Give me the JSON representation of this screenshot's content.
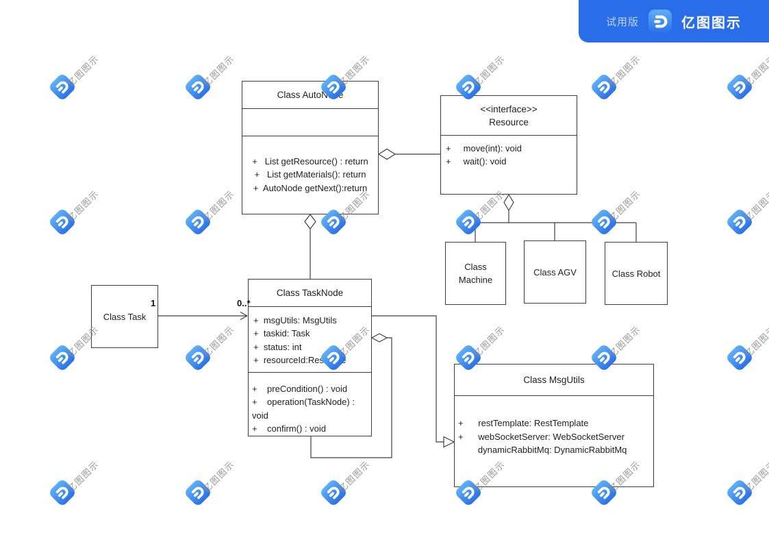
{
  "banner": {
    "trial_label": "试用版",
    "brand": "亿图图示",
    "color": "#2a6de8"
  },
  "watermark": {
    "text": "亿图图示"
  },
  "labels": {
    "task_multiplicity": "1",
    "tasknode_multiplicity": "0..*"
  },
  "classes": {
    "autonode": {
      "title": "Class AutoNode",
      "methods": [
        "+   List getResource() : return",
        "+   List getMaterials(): return",
        "+  AutoNode getNext():return"
      ]
    },
    "resource": {
      "stereotype": "<<interface>>",
      "title": "Resource",
      "methods": [
        "+     move(int): void",
        "+     wait(): void"
      ]
    },
    "task": {
      "title": "Class Task"
    },
    "tasknode": {
      "title": "Class TaskNode",
      "attributes": [
        "+  msgUtils: MsgUtils",
        "+  taskid: Task",
        "+  status: int",
        "+  resourceId:Resource"
      ],
      "methods": [
        "+    preCondition() : void",
        "+    operation(TaskNode) : void",
        "+    confirm() : void"
      ]
    },
    "machine": {
      "title": "Class Machine"
    },
    "agv": {
      "title": "Class AGV"
    },
    "robot": {
      "title": "Class Robot"
    },
    "msgutils": {
      "title": "Class MsgUtils",
      "attributes": [
        "+      restTemplate: RestTemplate",
        "+      webSocketServer: WebSocketServer",
        "        dynamicRabbitMq: DynamicRabbitMq"
      ]
    }
  }
}
